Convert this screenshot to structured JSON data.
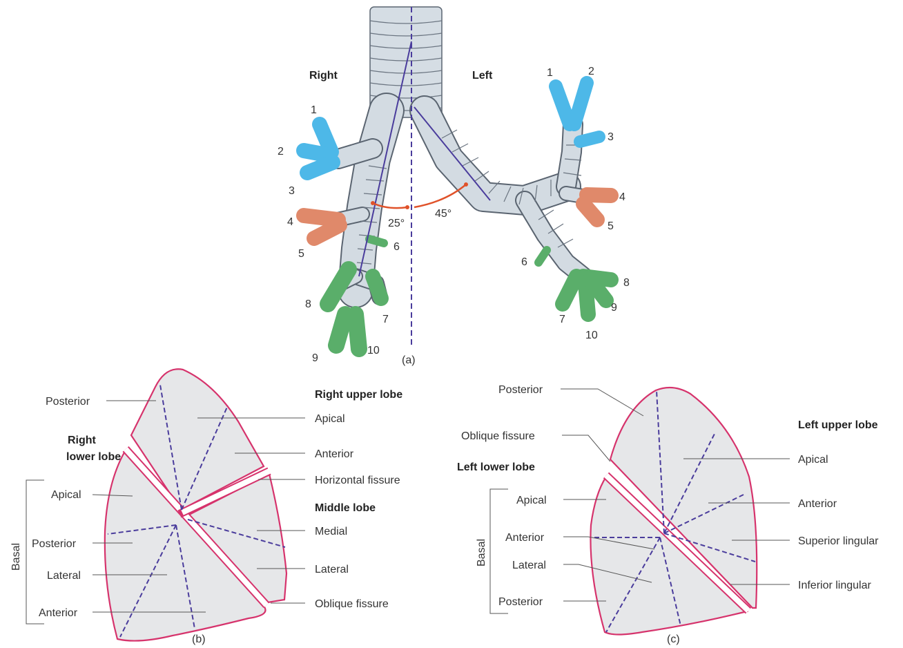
{
  "panel_a": {
    "caption": "(a)",
    "right_label": "Right",
    "left_label": "Left",
    "angle_right": "25°",
    "angle_left": "45°",
    "right_numbers": [
      "1",
      "2",
      "3",
      "4",
      "5",
      "6",
      "7",
      "8",
      "9",
      "10"
    ],
    "left_numbers": [
      "1",
      "2",
      "3",
      "4",
      "5",
      "6",
      "7",
      "8",
      "9",
      "10"
    ],
    "colors": {
      "upper": "#4db8e8",
      "middle": "#e0896a",
      "lower": "#5aae6a",
      "angle": "#e0522a",
      "midline": "#4a3c9c"
    }
  },
  "panel_b": {
    "caption": "(b)",
    "title_upper": "Right upper lobe",
    "title_lower_1": "Right",
    "title_lower_2": "lower lobe",
    "title_middle": "Middle lobe",
    "basal": "Basal",
    "left_labels": [
      "Posterior",
      "Apical",
      "Posterior",
      "Lateral",
      "Anterior"
    ],
    "right_labels": [
      "Apical",
      "Anterior",
      "Horizontal fissure",
      "Medial",
      "Lateral",
      "Oblique fissure"
    ]
  },
  "panel_c": {
    "caption": "(c)",
    "title_upper": "Left upper lobe",
    "title_lower": "Left lower lobe",
    "basal": "Basal",
    "left_labels": [
      "Posterior",
      "Oblique fissure",
      "Apical",
      "Anterior",
      "Lateral",
      "Posterior"
    ],
    "right_labels": [
      "Apical",
      "Anterior",
      "Superior lingular",
      "Inferior lingular"
    ]
  }
}
